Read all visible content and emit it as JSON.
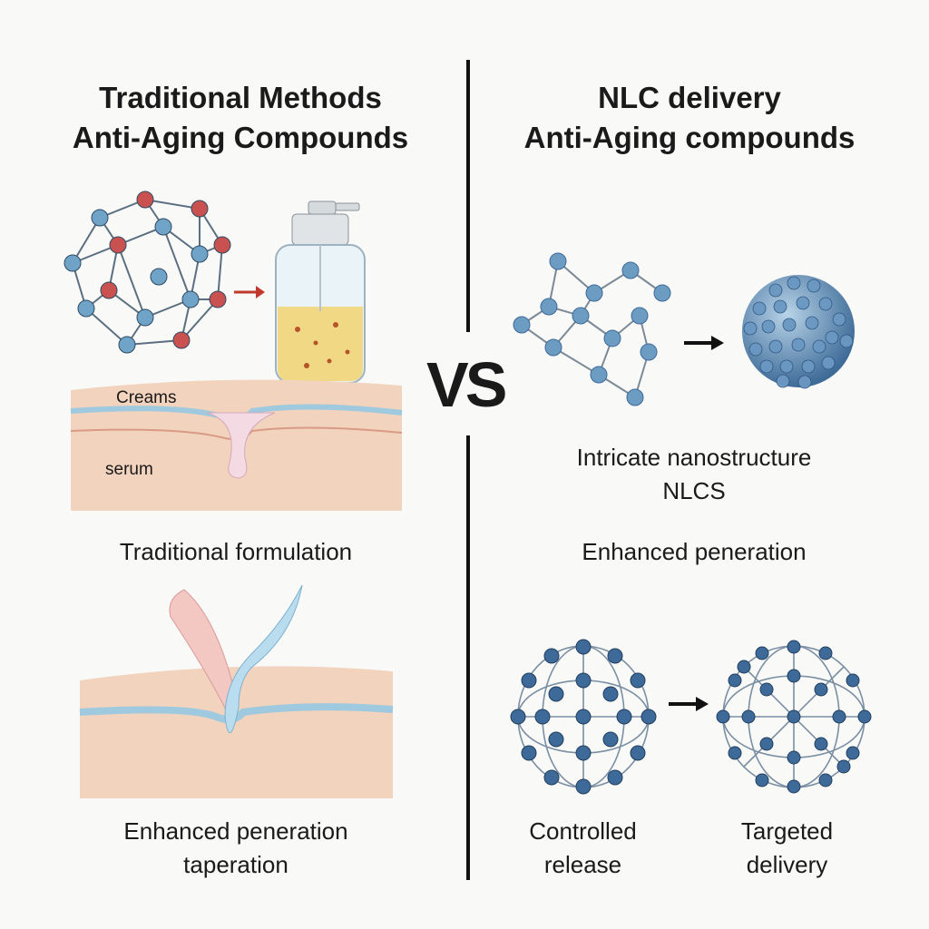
{
  "left": {
    "title_line1": "Traditional Methods",
    "title_line2": "Anti-Aging Compounds",
    "label_creams": "Creams",
    "label_serum": "serum",
    "caption_formulation": "Traditional formulation",
    "caption_bottom_line1": "Enhanced  peneration",
    "caption_bottom_line2": "taperation"
  },
  "vs_label": "VS",
  "right": {
    "title_line1": "NLC delivery",
    "title_line2": "Anti-Aging compounds",
    "caption_nano_line1": "Intricate nanostructure",
    "caption_nano_line2": "NLCS",
    "caption_enhanced": "Enhanced peneration",
    "caption_controlled_line1": "Controlled",
    "caption_controlled_line2": "release",
    "caption_targeted_line1": "Targeted",
    "caption_targeted_line2": "delivery"
  },
  "colors": {
    "atom_blue": "#5b8fb8",
    "atom_red": "#c9514f",
    "atom_dark_blue": "#3d6a99",
    "skin_top": "#f3d1b8",
    "skin_layer": "#9ec9de",
    "serum_yellow": "#f2d270",
    "arrow_red": "#c0392b"
  }
}
